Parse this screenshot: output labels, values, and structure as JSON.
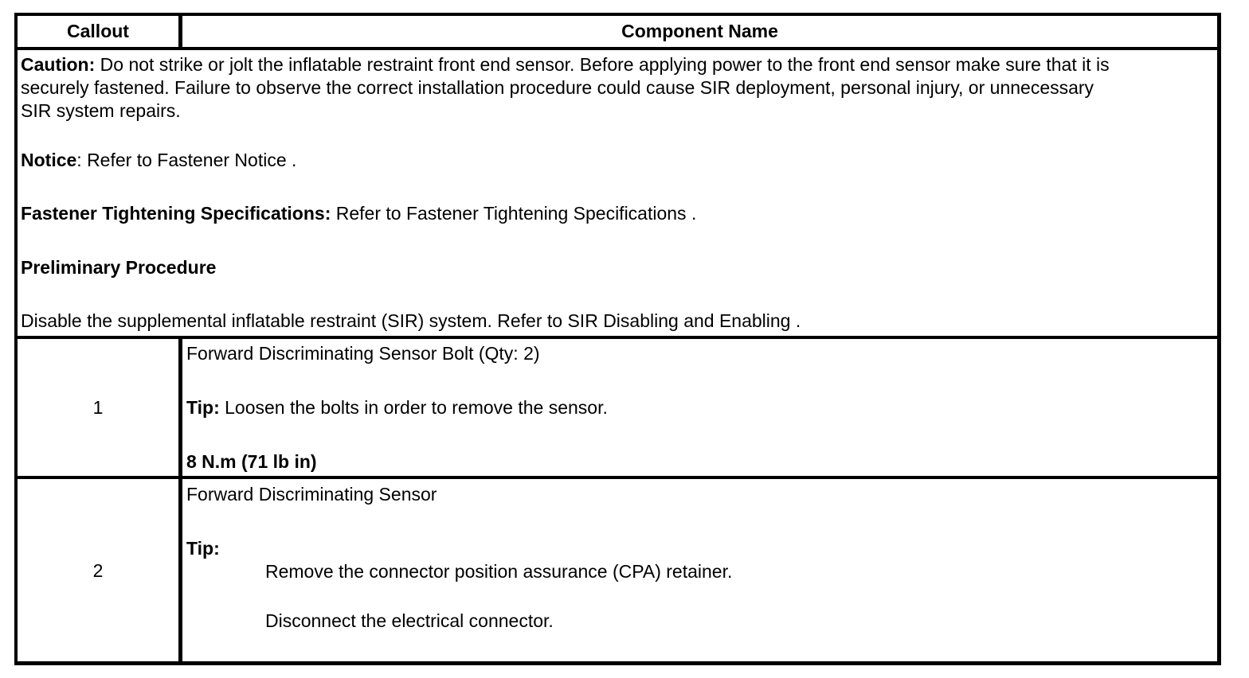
{
  "table": {
    "header": {
      "callout": "Callout",
      "component_name": "Component Name"
    },
    "caution": {
      "label": "Caution:",
      "line1": " Do not strike or jolt the inflatable restraint front end sensor. Before applying power to the front end sensor make sure that it is",
      "line2": "securely fastened. Failure to observe the correct installation procedure could cause SIR deployment, personal injury, or unnecessary",
      "line3": "SIR system repairs."
    },
    "notice": {
      "label": "Notice",
      "text": ": Refer to Fastener Notice ."
    },
    "fastener": {
      "label": "Fastener Tightening Specifications:",
      "text": " Refer to Fastener Tightening Specifications ."
    },
    "preliminary_heading": "Preliminary Procedure",
    "preliminary_text": "Disable the supplemental inflatable restraint (SIR) system. Refer to SIR Disabling and Enabling .",
    "rows": [
      {
        "callout": "1",
        "name": "Forward Discriminating Sensor Bolt (Qty: 2)",
        "tip_label": "Tip:",
        "tip_text": " Loosen the bolts in order to remove the sensor.",
        "torque": "8 N.m (71 lb in)"
      },
      {
        "callout": "2",
        "name": "Forward Discriminating Sensor",
        "tip_label": "Tip:",
        "steps": [
          "Remove the connector position assurance (CPA) retainer.",
          "Disconnect the electrical connector."
        ]
      }
    ]
  }
}
